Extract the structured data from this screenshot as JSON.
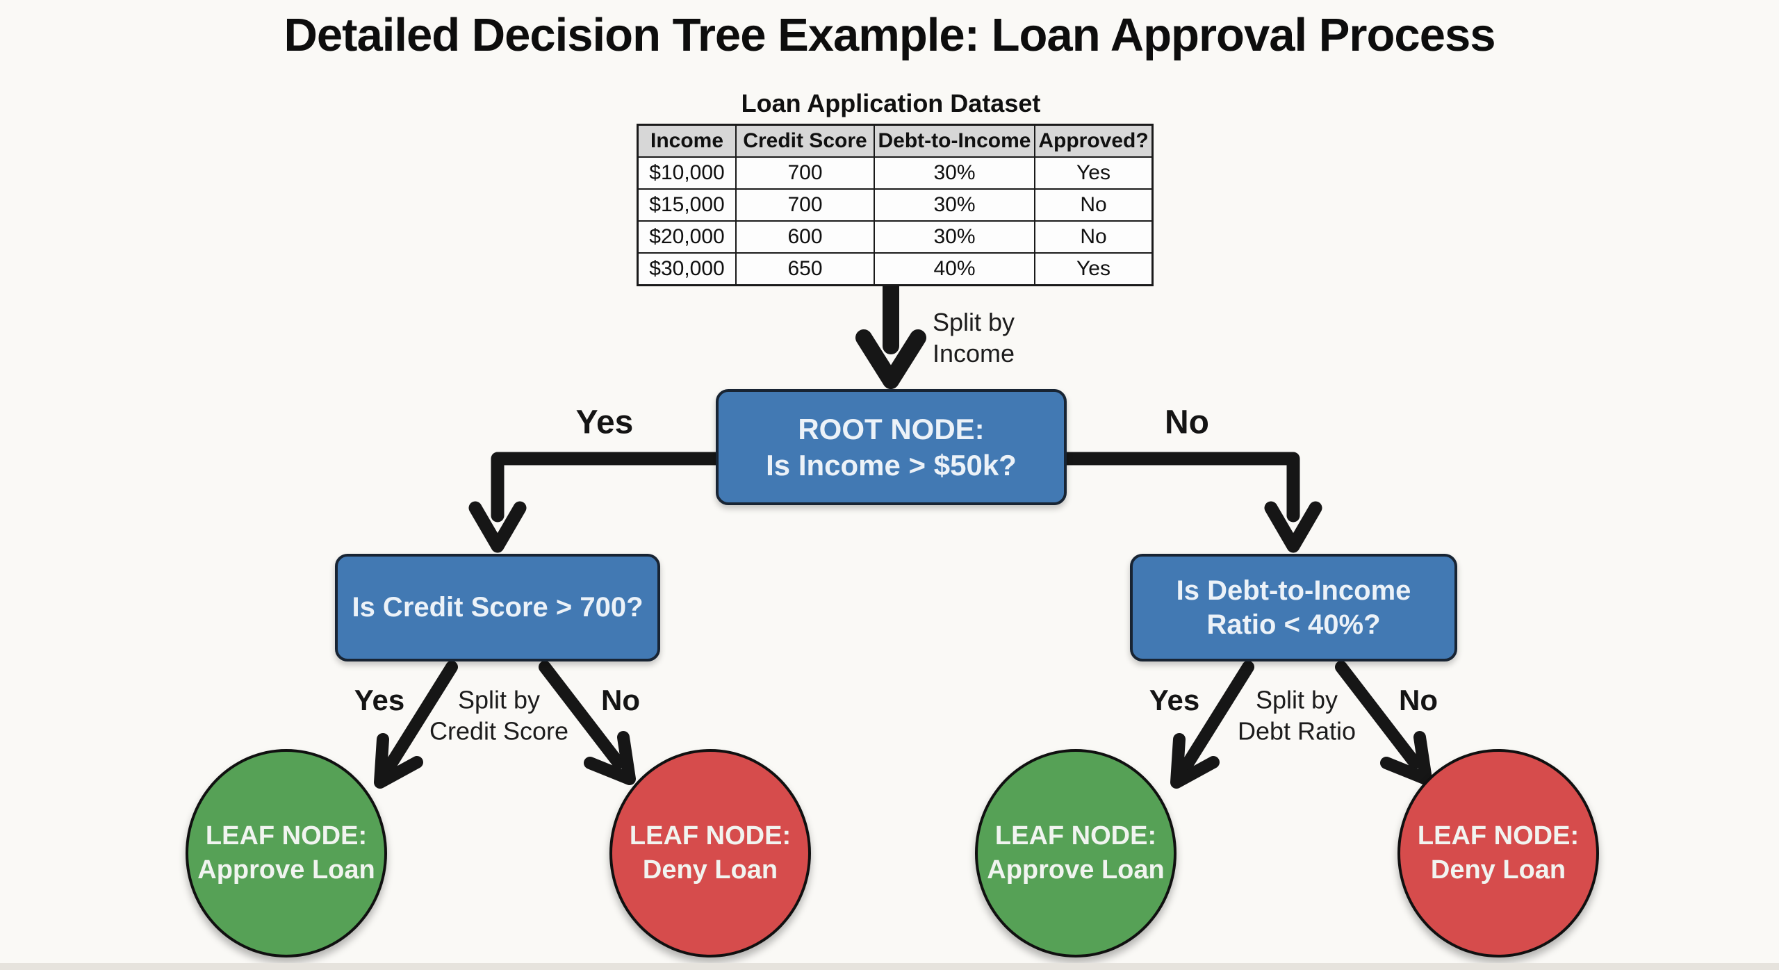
{
  "title": "Detailed Decision Tree Example: Loan Approval Process",
  "dataset": {
    "caption": "Loan Application Dataset",
    "headers": [
      "Income",
      "Credit Score",
      "Debt-to-Income",
      "Approved?"
    ],
    "rows": [
      [
        "$10,000",
        "700",
        "30%",
        "Yes"
      ],
      [
        "$15,000",
        "700",
        "30%",
        "No"
      ],
      [
        "$20,000",
        "600",
        "30%",
        "No"
      ],
      [
        "$30,000",
        "650",
        "40%",
        "Yes"
      ]
    ]
  },
  "tree": {
    "root": {
      "line1": "ROOT NODE:",
      "line2": "Is Income > $50k?"
    },
    "left_node": {
      "line1": "Is Credit Score > 700?"
    },
    "right_node": {
      "line1": "Is Debt-to-Income",
      "line2": "Ratio < 40%?"
    },
    "splits": {
      "income": {
        "line1": "Split by",
        "line2": "Income"
      },
      "credit": {
        "line1": "Split by",
        "line2": "Credit Score"
      },
      "debt": {
        "line1": "Split by",
        "line2": "Debt Ratio"
      }
    },
    "branches": {
      "root_yes": "Yes",
      "root_no": "No",
      "credit_yes": "Yes",
      "credit_no": "No",
      "debt_yes": "Yes",
      "debt_no": "No"
    },
    "leaves": [
      {
        "line1": "LEAF NODE:",
        "line2": "Approve Loan",
        "kind": "approve"
      },
      {
        "line1": "LEAF NODE:",
        "line2": "Deny Loan",
        "kind": "deny"
      },
      {
        "line1": "LEAF NODE:",
        "line2": "Approve Loan",
        "kind": "approve"
      },
      {
        "line1": "LEAF NODE:",
        "line2": "Deny Loan",
        "kind": "deny"
      }
    ]
  },
  "colors": {
    "background": "#faf9f6",
    "node_blue": "#4279b3",
    "node_border": "#182433",
    "leaf_green": "#56a156",
    "leaf_red": "#d64c4c",
    "arrow_black": "#161616",
    "table_header_bg": "#d7d7d7"
  }
}
